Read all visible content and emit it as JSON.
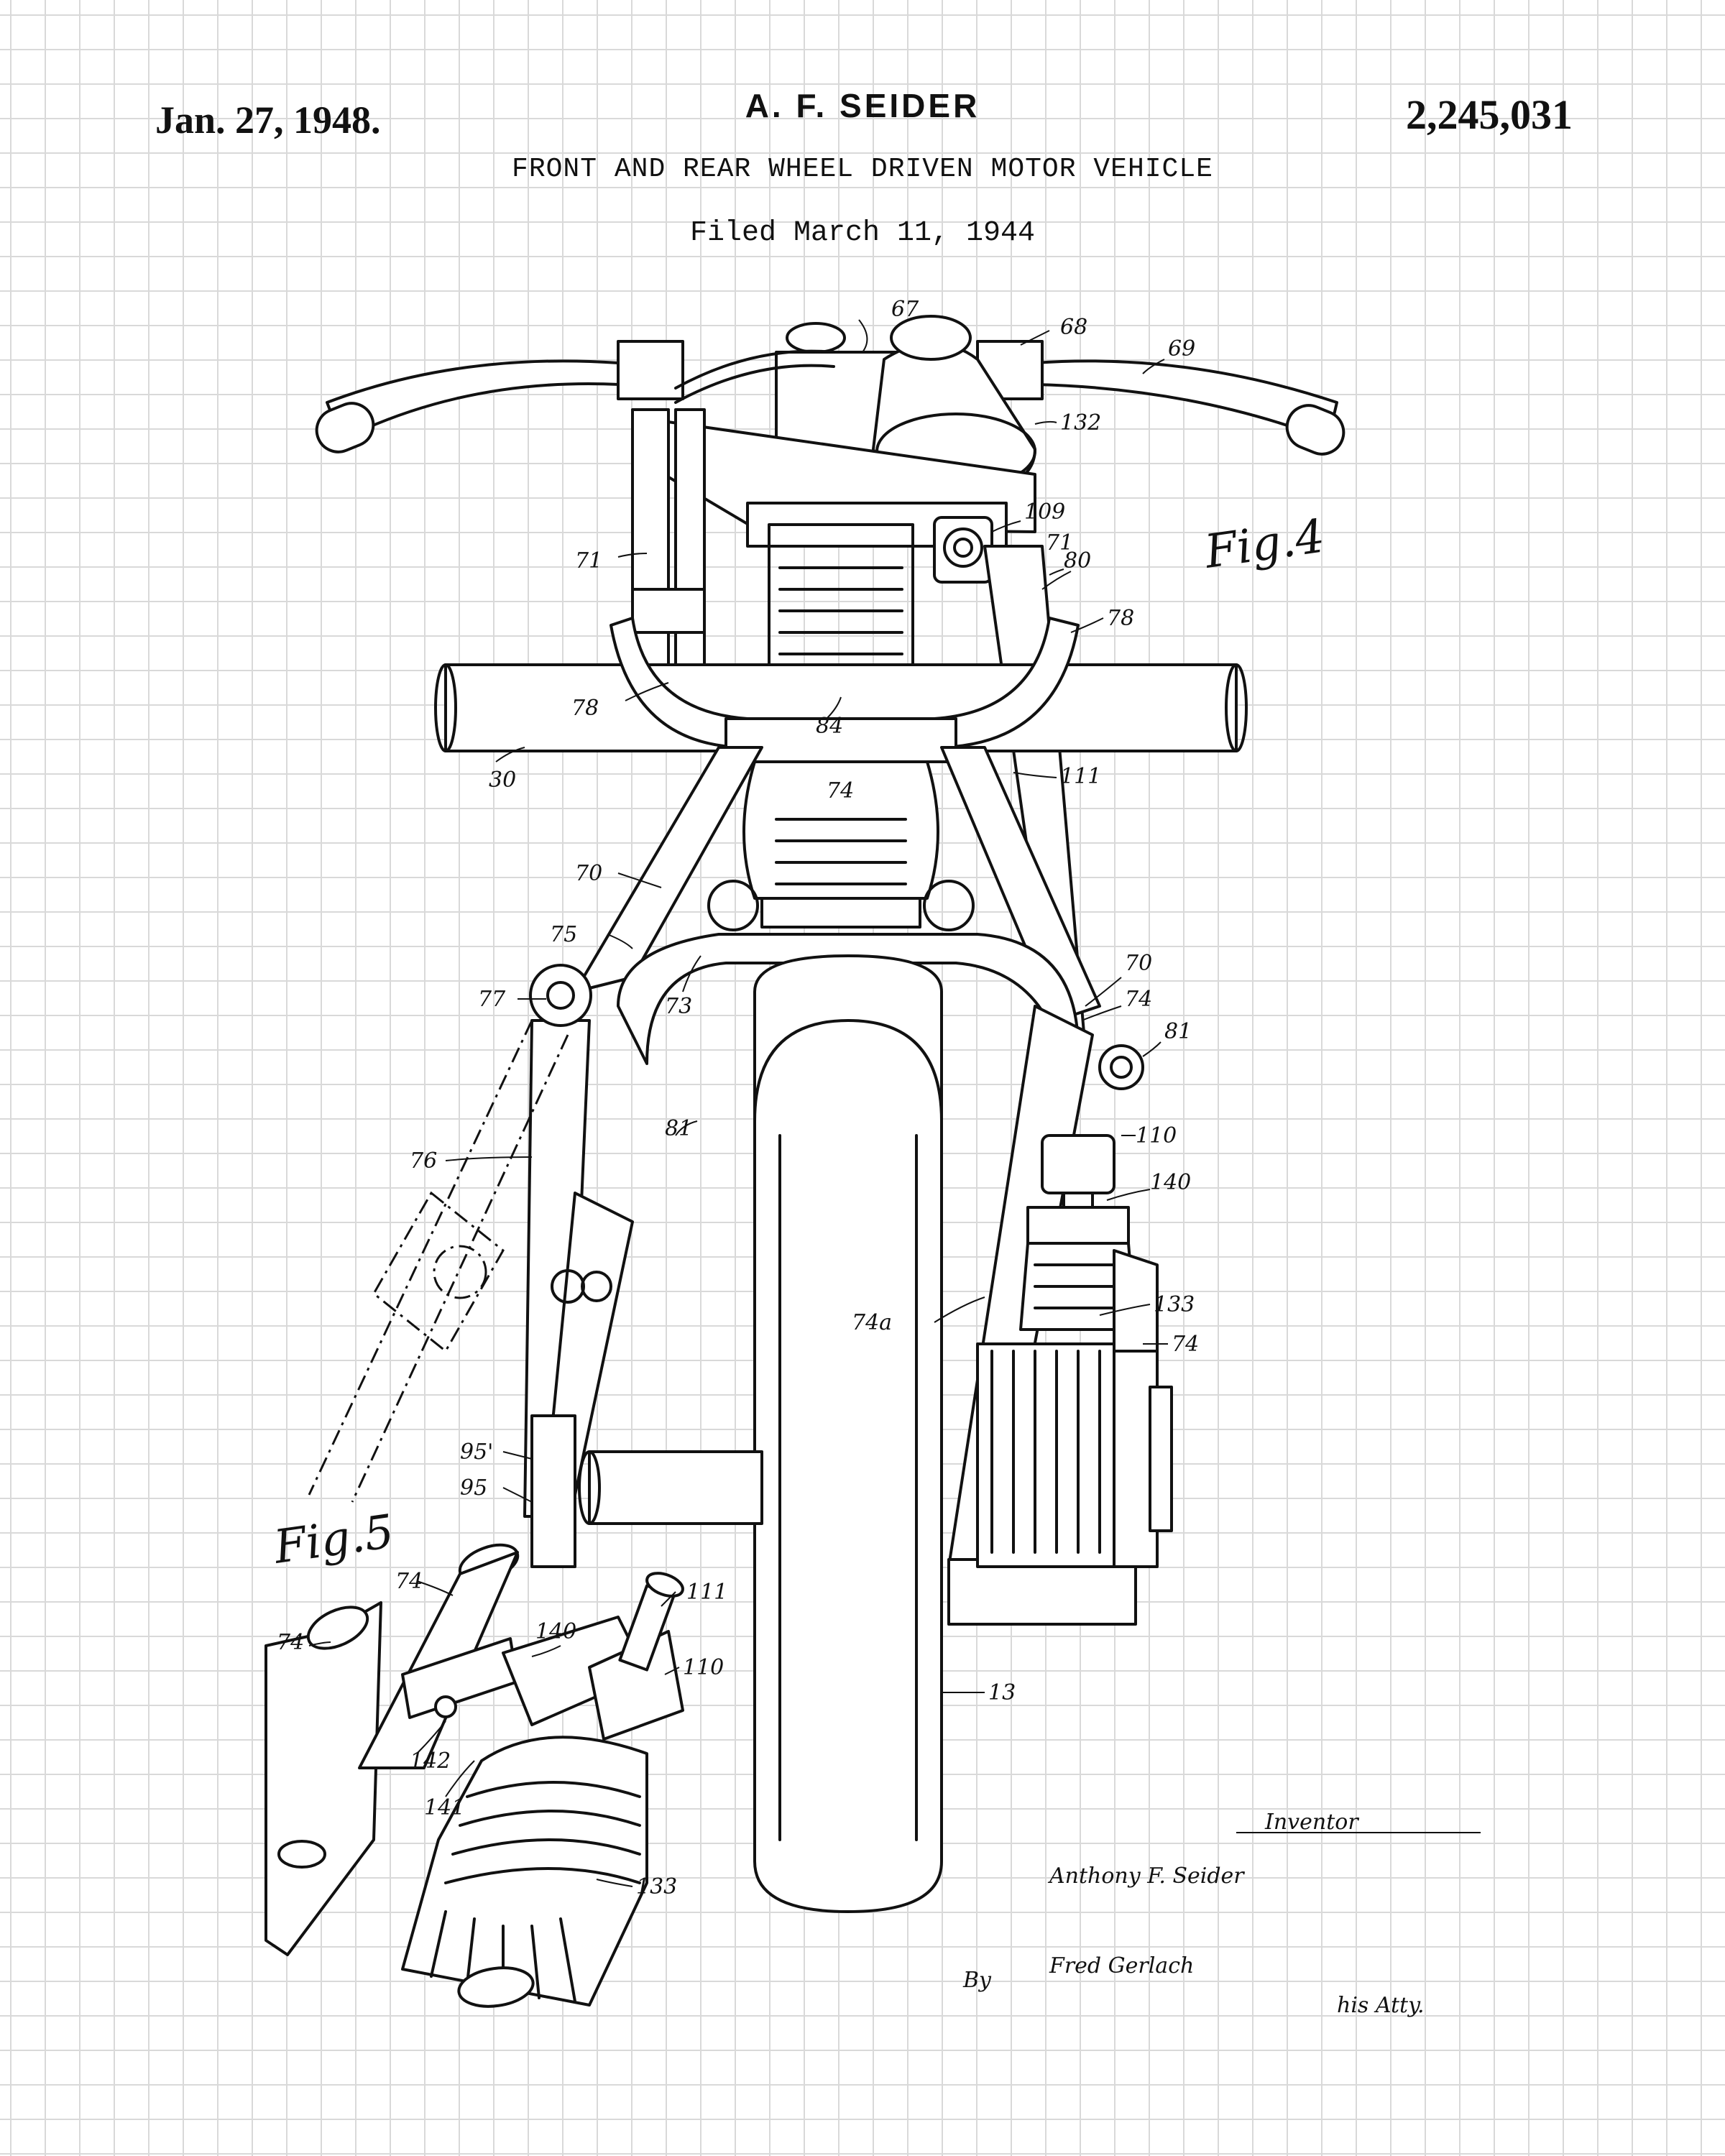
{
  "header": {
    "date": "Jan. 27, 1948.",
    "inventor_name": "A. F. SEIDER",
    "patent_number": "2,245,031",
    "title": "FRONT AND REAR WHEEL DRIVEN MOTOR VEHICLE",
    "filed": "Filed March 11, 1944"
  },
  "figures": {
    "fig4": "Fig.4",
    "fig5": "Fig.5"
  },
  "reference_labels": {
    "r67": "67",
    "r68": "68",
    "r69": "69",
    "r132": "132",
    "r109": "109",
    "r71a": "71",
    "r71b": "71",
    "r80": "80",
    "r78a": "78",
    "r78b": "78",
    "r84": "84",
    "r30": "30",
    "r111a": "111",
    "r74a": "74",
    "r70a": "70",
    "r75": "75",
    "r77": "77",
    "r73": "73",
    "r70b": "70",
    "r74b": "74",
    "r81a": "81",
    "r81b": "81",
    "r110a": "110",
    "r140a": "140",
    "r76": "76",
    "r74c": "74a",
    "r133a": "133",
    "r74d": "74",
    "r95b": "95'",
    "r95": "95",
    "r74e": "74",
    "r74f": "74",
    "r111b": "111",
    "r140b": "140",
    "r110b": "110",
    "r142": "142",
    "r141": "141",
    "r13": "13",
    "r133b": "133"
  },
  "signature": {
    "inventor_heading": "Inventor",
    "inventor_signature": "Anthony F. Seider",
    "by": "By",
    "attorney_signature": "Fred Gerlach",
    "attorney_role": "his Atty."
  }
}
